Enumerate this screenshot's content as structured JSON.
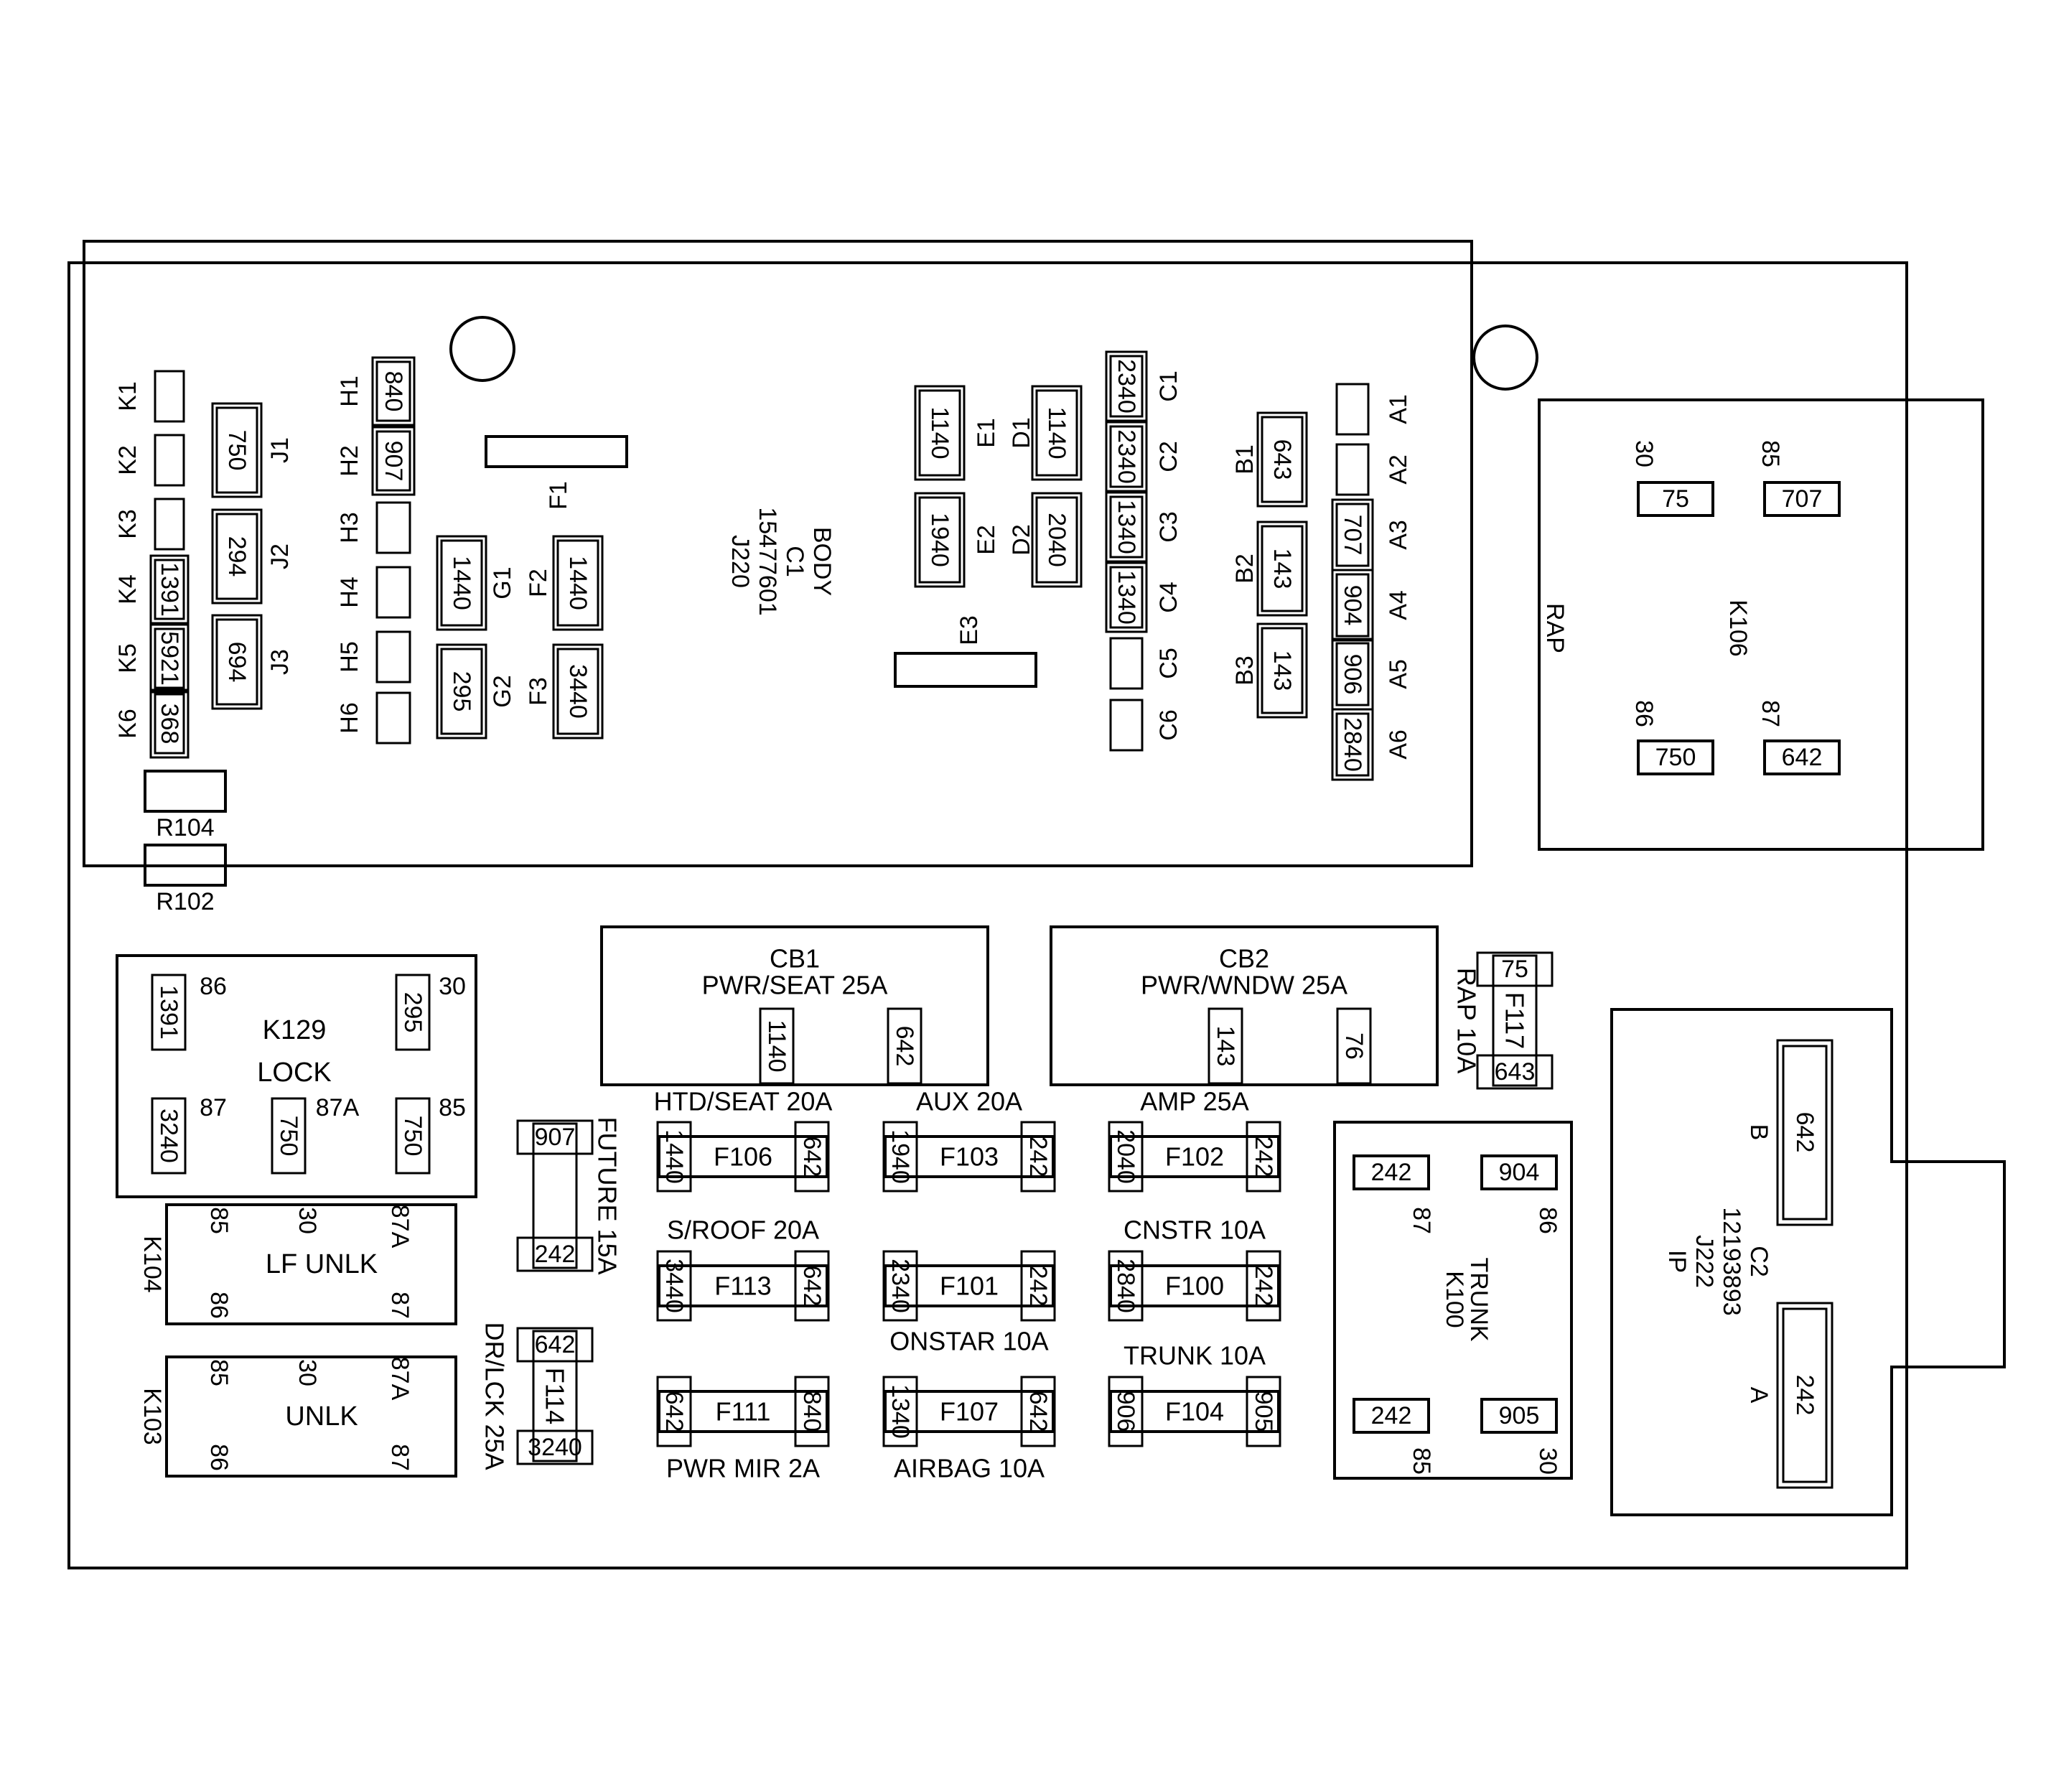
{
  "body_connector": {
    "lines": [
      "BODY",
      "C1",
      "15477601",
      "J220"
    ]
  },
  "ip_connector": {
    "lines": [
      "IP",
      "J222",
      "12193893",
      "C2"
    ],
    "pin_b": "B",
    "pin_a": "A",
    "wire_b": "642",
    "wire_a": "242"
  },
  "slots": {
    "K1": "",
    "K2": "",
    "K3": "",
    "K4": "1391",
    "K5": "5921",
    "K6": "368",
    "J1": "750",
    "J2": "294",
    "J3": "694",
    "H1": "840",
    "H2": "907",
    "H3": "",
    "H4": "",
    "H5": "",
    "H6": "",
    "G1": "1440",
    "G2": "295",
    "F2": "1440",
    "F3": "3440",
    "E1": "1140",
    "E2": "1940",
    "D1": "1140",
    "D2": "2040",
    "C1": "2340",
    "C2": "2340",
    "C3": "1340",
    "C4": "1340",
    "C5": "",
    "C6": "",
    "B1": "643",
    "B2": "143",
    "B3": "143",
    "A1": "",
    "A2": "",
    "A3": "707",
    "A4": "904",
    "A5": "906",
    "A6": "2840"
  },
  "bars": {
    "F1": "F1",
    "E3": "E3",
    "R104": "R104",
    "R102": "R102"
  },
  "rap_relay": {
    "title": "RAP",
    "name": "K106",
    "pins": [
      {
        "n": "30",
        "w": "75"
      },
      {
        "n": "85",
        "w": "707"
      },
      {
        "n": "86",
        "w": "750"
      },
      {
        "n": "87",
        "w": "642"
      }
    ]
  },
  "k129": {
    "name": "K129",
    "label": "LOCK",
    "pins": [
      {
        "n": "86",
        "w": "1391"
      },
      {
        "n": "30",
        "w": "295"
      },
      {
        "n": "87",
        "w": "3240"
      },
      {
        "n": "87A",
        "w": "750"
      },
      {
        "n": "85",
        "w": "750"
      }
    ]
  },
  "k104": {
    "name": "K104",
    "label": "LF UNLK",
    "pins": [
      "85",
      "30",
      "87A",
      "86",
      "87"
    ]
  },
  "k103": {
    "name": "K103",
    "label": "UNLK",
    "pins": [
      "85",
      "30",
      "87A",
      "86",
      "87"
    ]
  },
  "trunk_relay": {
    "title": "TRUNK",
    "name": "K100",
    "pins": [
      {
        "n": "87",
        "w": "242"
      },
      {
        "n": "86",
        "w": "904"
      },
      {
        "n": "85",
        "w": "242"
      },
      {
        "n": "30",
        "w": "905"
      }
    ]
  },
  "circuit_breakers": [
    {
      "name": "CB1",
      "label": "PWR/SEAT 25A",
      "w1": "1140",
      "w2": "642"
    },
    {
      "name": "CB2",
      "label": "PWR/WNDW 25A",
      "w1": "143",
      "w2": "76"
    }
  ],
  "fuses": [
    {
      "id": "F106",
      "label": "HTD/SEAT 20A",
      "l": "1440",
      "r": "642"
    },
    {
      "id": "F103",
      "label": "AUX 20A",
      "l": "1940",
      "r": "242"
    },
    {
      "id": "F102",
      "label": "AMP 25A",
      "l": "2040",
      "r": "242"
    },
    {
      "id": "F113",
      "label": "S/ROOF 20A",
      "l": "3440",
      "r": "642"
    },
    {
      "id": "F101",
      "label": "ONSTAR 10A",
      "l": "2340",
      "r": "242"
    },
    {
      "id": "F100",
      "label": "CNSTR 10A",
      "l": "2840",
      "r": "242"
    },
    {
      "id": "F111",
      "label": "PWR MIR 2A",
      "l": "642",
      "r": "840"
    },
    {
      "id": "F107",
      "label": "AIRBAG 10A",
      "l": "1340",
      "r": "642"
    },
    {
      "id": "F104",
      "label": "TRUNK 10A",
      "l": "906",
      "r": "905"
    }
  ],
  "vertical_fuses": [
    {
      "id": "F117",
      "label": "RAP 10A",
      "top": "75",
      "bottom": "643"
    },
    {
      "id": "FUTURE",
      "label": "FUTURE 15A",
      "top": "907",
      "bottom": "242"
    },
    {
      "id": "F114",
      "label": "DR/LCK 25A",
      "top": "642",
      "bottom": "3240"
    }
  ]
}
